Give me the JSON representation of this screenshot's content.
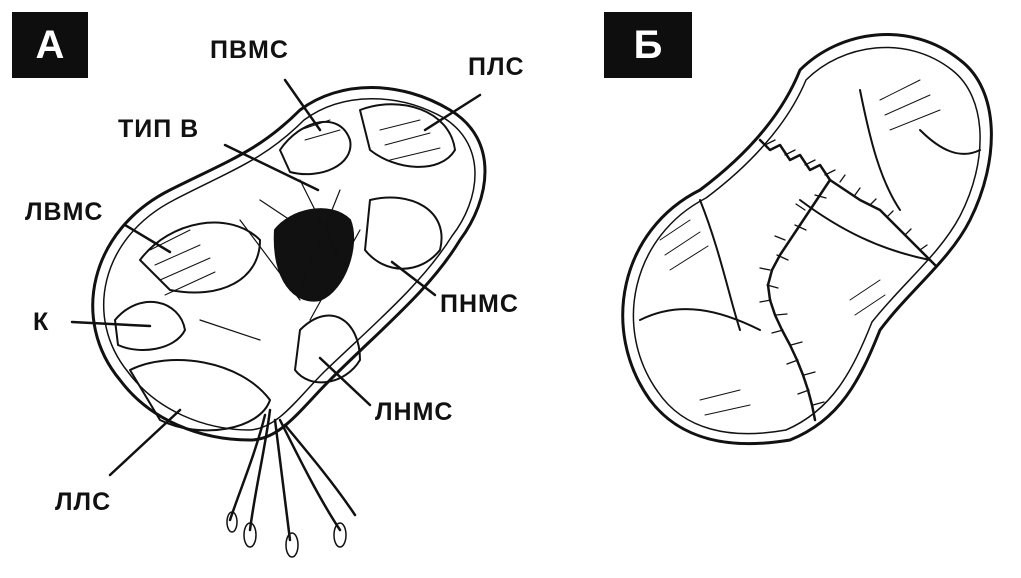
{
  "panels": [
    {
      "id": "A",
      "badge": "А"
    },
    {
      "id": "B",
      "badge": "Б"
    }
  ],
  "labels": {
    "pvms": "ПВМС",
    "pls": "ПЛС",
    "tip_v": "ТИП В",
    "lvms": "ЛВМС",
    "k": "К",
    "pnms": "ПНМС",
    "lnms": "ЛНМС",
    "lls": "ЛЛС"
  },
  "colors": {
    "ink": "#111111",
    "badge_bg": "#0e0e0e",
    "badge_text": "#ffffff",
    "background": "#ffffff"
  }
}
